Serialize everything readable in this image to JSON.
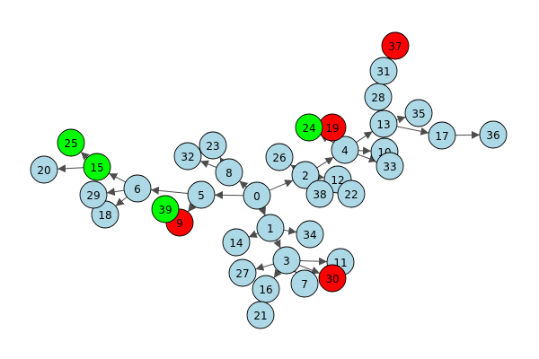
{
  "colors": {
    "default": "#add8e6",
    "green": "#00ff00",
    "red": "#ff0000",
    "edge": "#4d4d4d",
    "stroke": "#000000"
  },
  "graph": {
    "type": "directed-graph",
    "nodes": [
      {
        "id": "0",
        "color": "default"
      },
      {
        "id": "1",
        "color": "default"
      },
      {
        "id": "2",
        "color": "default"
      },
      {
        "id": "3",
        "color": "default"
      },
      {
        "id": "4",
        "color": "default"
      },
      {
        "id": "5",
        "color": "default"
      },
      {
        "id": "6",
        "color": "default"
      },
      {
        "id": "7",
        "color": "default"
      },
      {
        "id": "8",
        "color": "default"
      },
      {
        "id": "9",
        "color": "red"
      },
      {
        "id": "10",
        "color": "default"
      },
      {
        "id": "11",
        "color": "default"
      },
      {
        "id": "12",
        "color": "default"
      },
      {
        "id": "13",
        "color": "default"
      },
      {
        "id": "14",
        "color": "default"
      },
      {
        "id": "15",
        "color": "green"
      },
      {
        "id": "16",
        "color": "default"
      },
      {
        "id": "17",
        "color": "default"
      },
      {
        "id": "18",
        "color": "default"
      },
      {
        "id": "19",
        "color": "red"
      },
      {
        "id": "20",
        "color": "default"
      },
      {
        "id": "21",
        "color": "default"
      },
      {
        "id": "22",
        "color": "default"
      },
      {
        "id": "23",
        "color": "default"
      },
      {
        "id": "24",
        "color": "green"
      },
      {
        "id": "25",
        "color": "green"
      },
      {
        "id": "26",
        "color": "default"
      },
      {
        "id": "27",
        "color": "default"
      },
      {
        "id": "28",
        "color": "default"
      },
      {
        "id": "29",
        "color": "default"
      },
      {
        "id": "30",
        "color": "red"
      },
      {
        "id": "31",
        "color": "default"
      },
      {
        "id": "32",
        "color": "default"
      },
      {
        "id": "33",
        "color": "default"
      },
      {
        "id": "34",
        "color": "default"
      },
      {
        "id": "35",
        "color": "default"
      },
      {
        "id": "36",
        "color": "default"
      },
      {
        "id": "37",
        "color": "red"
      },
      {
        "id": "38",
        "color": "default"
      },
      {
        "id": "39",
        "color": "green"
      }
    ],
    "edges": [
      [
        "0",
        "5"
      ],
      [
        "0",
        "2"
      ],
      [
        "0",
        "1"
      ],
      [
        "0",
        "8"
      ],
      [
        "5",
        "6"
      ],
      [
        "5",
        "9"
      ],
      [
        "6",
        "15"
      ],
      [
        "6",
        "29"
      ],
      [
        "6",
        "18"
      ],
      [
        "15",
        "25"
      ],
      [
        "15",
        "20"
      ],
      [
        "8",
        "23"
      ],
      [
        "8",
        "32"
      ],
      [
        "2",
        "4"
      ],
      [
        "2",
        "12"
      ],
      [
        "2",
        "26"
      ],
      [
        "12",
        "22"
      ],
      [
        "12",
        "38"
      ],
      [
        "4",
        "13"
      ],
      [
        "4",
        "10"
      ],
      [
        "4",
        "33"
      ],
      [
        "4",
        "19"
      ],
      [
        "4",
        "24"
      ],
      [
        "13",
        "17"
      ],
      [
        "13",
        "35"
      ],
      [
        "13",
        "28"
      ],
      [
        "17",
        "36"
      ],
      [
        "28",
        "31"
      ],
      [
        "31",
        "37"
      ],
      [
        "1",
        "3"
      ],
      [
        "1",
        "14"
      ],
      [
        "1",
        "34"
      ],
      [
        "3",
        "11"
      ],
      [
        "3",
        "30"
      ],
      [
        "3",
        "27"
      ],
      [
        "3",
        "16"
      ],
      [
        "3",
        "7"
      ],
      [
        "16",
        "21"
      ]
    ]
  }
}
